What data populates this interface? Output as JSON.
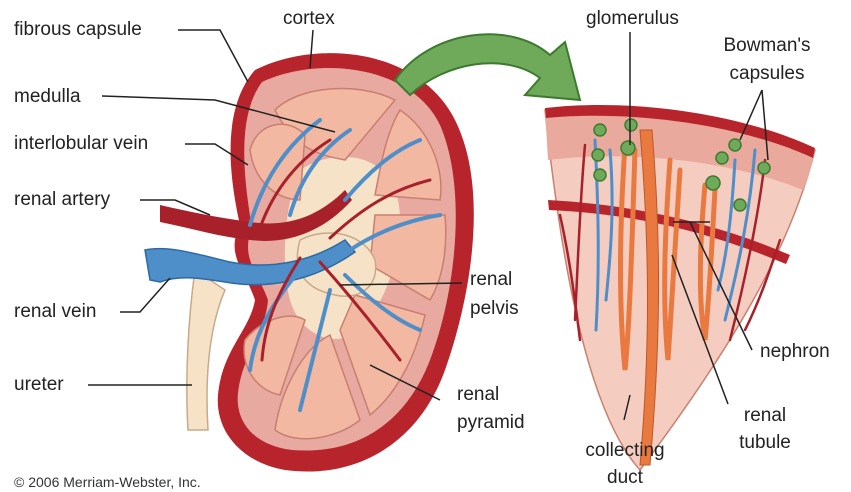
{
  "labels": {
    "fibrous_capsule": "fibrous capsule",
    "cortex": "cortex",
    "medulla": "medulla",
    "interlobular_vein": "interlobular vein",
    "renal_artery": "renal artery",
    "renal_vein": "renal vein",
    "ureter": "ureter",
    "renal_pelvis_1": "renal",
    "renal_pelvis_2": "pelvis",
    "renal_pyramid_1": "renal",
    "renal_pyramid_2": "pyramid",
    "glomerulus": "glomerulus",
    "bowmans_1": "Bowman's",
    "bowmans_2": "capsules",
    "nephron": "nephron",
    "renal_tubule_1": "renal",
    "renal_tubule_2": "tubule",
    "collecting_duct_1": "collecting",
    "collecting_duct_2": "duct"
  },
  "copyright": "© 2006 Merriam-Webster, Inc.",
  "colors": {
    "capsule_red": "#b8242c",
    "pyramid_pink": "#f2b8a2",
    "vein_blue": "#4f8fc9",
    "artery_red": "#a8202a",
    "arrow_green": "#6faa5a",
    "ureter_cream": "#f6e3c7"
  }
}
